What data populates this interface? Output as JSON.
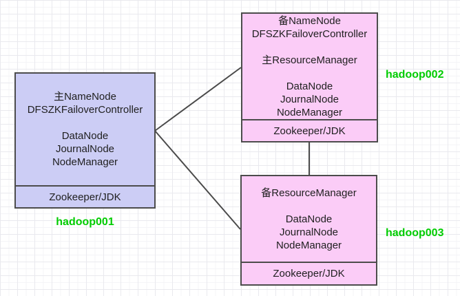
{
  "diagram": {
    "type": "hadoop-ha-cluster-topology",
    "colors": {
      "node1_fill": "#cccdf5",
      "node2_fill": "#fbccf7",
      "node3_fill": "#fbccf7",
      "node_border": "#4b4b4b",
      "connector": "#4a4a4a",
      "host_label": "#00cc00",
      "text": "#1f1f1f",
      "grid_major": "#e9e9ee",
      "grid_minor": "#f4f4f7",
      "background": "#ffffff"
    },
    "nodes": [
      {
        "host": "hadoop001",
        "lines": [
          "主NameNode",
          "DFSZKFailoverController",
          "",
          "DataNode",
          "JournalNode",
          "NodeManager"
        ],
        "footer": "Zookeeper/JDK",
        "fill": "#cccdf5"
      },
      {
        "host": "hadoop002",
        "lines": [
          "备NameNode",
          "DFSZKFailoverController",
          "",
          "主ResourceManager",
          "",
          "DataNode",
          "JournalNode",
          "NodeManager"
        ],
        "footer": "Zookeeper/JDK",
        "fill": "#fbccf7"
      },
      {
        "host": "hadoop003",
        "lines": [
          "备ResourceManager",
          "",
          "DataNode",
          "JournalNode",
          "NodeManager"
        ],
        "footer": "Zookeeper/JDK",
        "fill": "#fbccf7"
      }
    ],
    "connections": [
      {
        "from": "hadoop001",
        "to": "hadoop002"
      },
      {
        "from": "hadoop001",
        "to": "hadoop003"
      },
      {
        "from": "hadoop002",
        "to": "hadoop003"
      }
    ]
  }
}
